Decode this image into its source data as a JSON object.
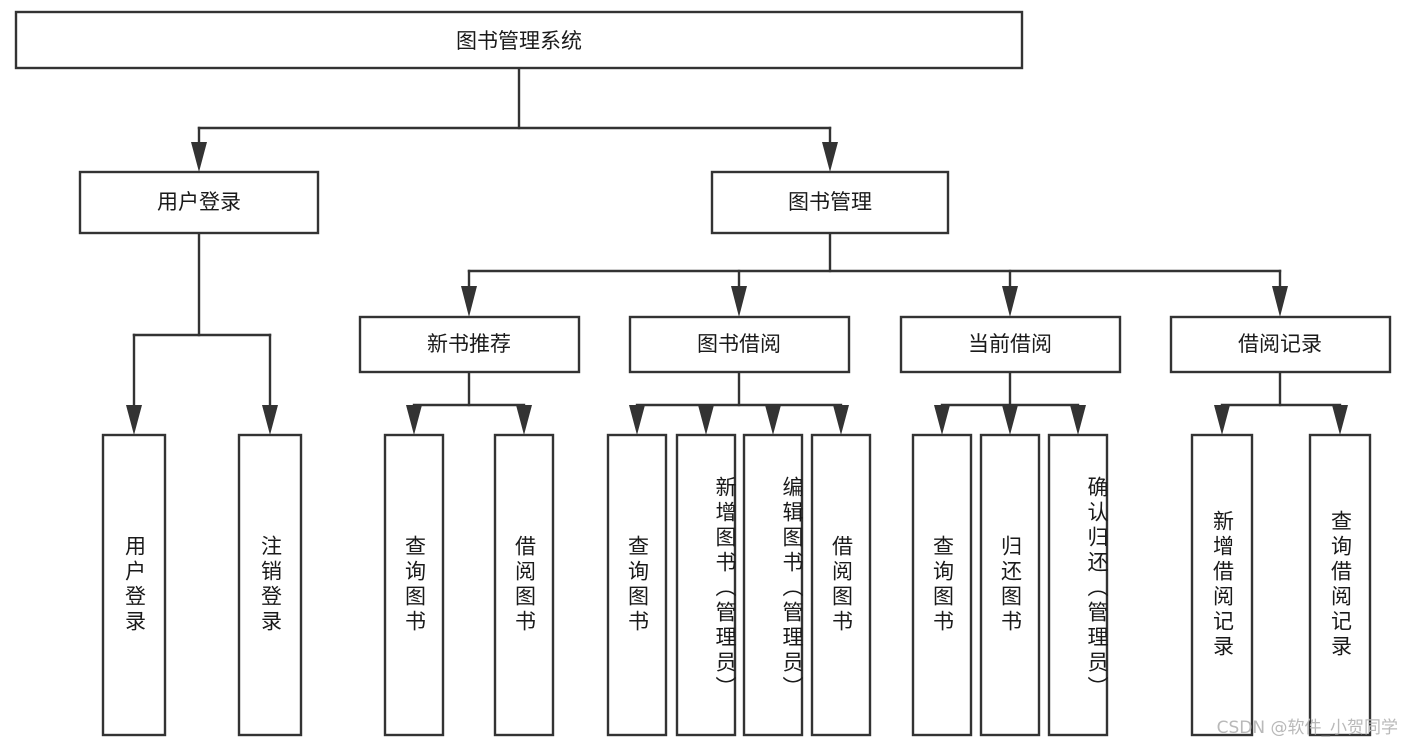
{
  "diagram": {
    "type": "tree-hierarchy",
    "title": "图书管理系统",
    "watermark": "CSDN @软件_小贺同学",
    "colors": {
      "box_stroke": "#333333",
      "box_fill": "#ffffff",
      "text": "#1a1a1a",
      "background": "#ffffff",
      "watermark": "#b9b9b9"
    },
    "root": {
      "label": "图书管理系统"
    },
    "level2": [
      {
        "label": "用户登录"
      },
      {
        "label": "图书管理"
      }
    ],
    "level3": [
      {
        "label": "新书推荐"
      },
      {
        "label": "图书借阅"
      },
      {
        "label": "当前借阅"
      },
      {
        "label": "借阅记录"
      }
    ],
    "leaves": {
      "user_login": [
        {
          "label": "用户登录"
        },
        {
          "label": "注销登录"
        }
      ],
      "new_book_recommend": [
        {
          "label": "查询图书"
        },
        {
          "label": "借阅图书"
        }
      ],
      "book_borrow": [
        {
          "label": "查询图书"
        },
        {
          "label": "新增图书（管理员）"
        },
        {
          "label": "编辑图书（管理员）"
        },
        {
          "label": "借阅图书"
        }
      ],
      "current_borrow": [
        {
          "label": "查询图书"
        },
        {
          "label": "归还图书"
        },
        {
          "label": "确认归还（管理员）"
        }
      ],
      "borrow_records": [
        {
          "label": "新增借阅记录"
        },
        {
          "label": "查询借阅记录"
        }
      ]
    }
  }
}
